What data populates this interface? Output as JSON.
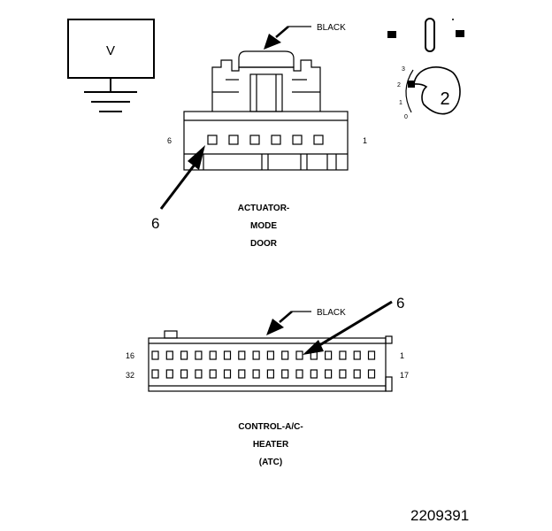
{
  "voltmeter": {
    "symbol": "V"
  },
  "meter_scale": {
    "ticks": [
      "3",
      "2",
      "1",
      "0"
    ],
    "setting": "2"
  },
  "actuator": {
    "color_label": "BLACK",
    "pin_left": "6",
    "pin_right": "1",
    "probe_pin": "6",
    "name_lines": [
      "ACTUATOR-",
      "MODE",
      "DOOR"
    ]
  },
  "control": {
    "color_label": "BLACK",
    "probe_pin": "6",
    "row1_left": "16",
    "row1_right": "1",
    "row2_left": "32",
    "row2_right": "17",
    "name_lines": [
      "CONTROL-A/C-",
      "HEATER",
      "(ATC)"
    ]
  },
  "figure_id": "2209391"
}
